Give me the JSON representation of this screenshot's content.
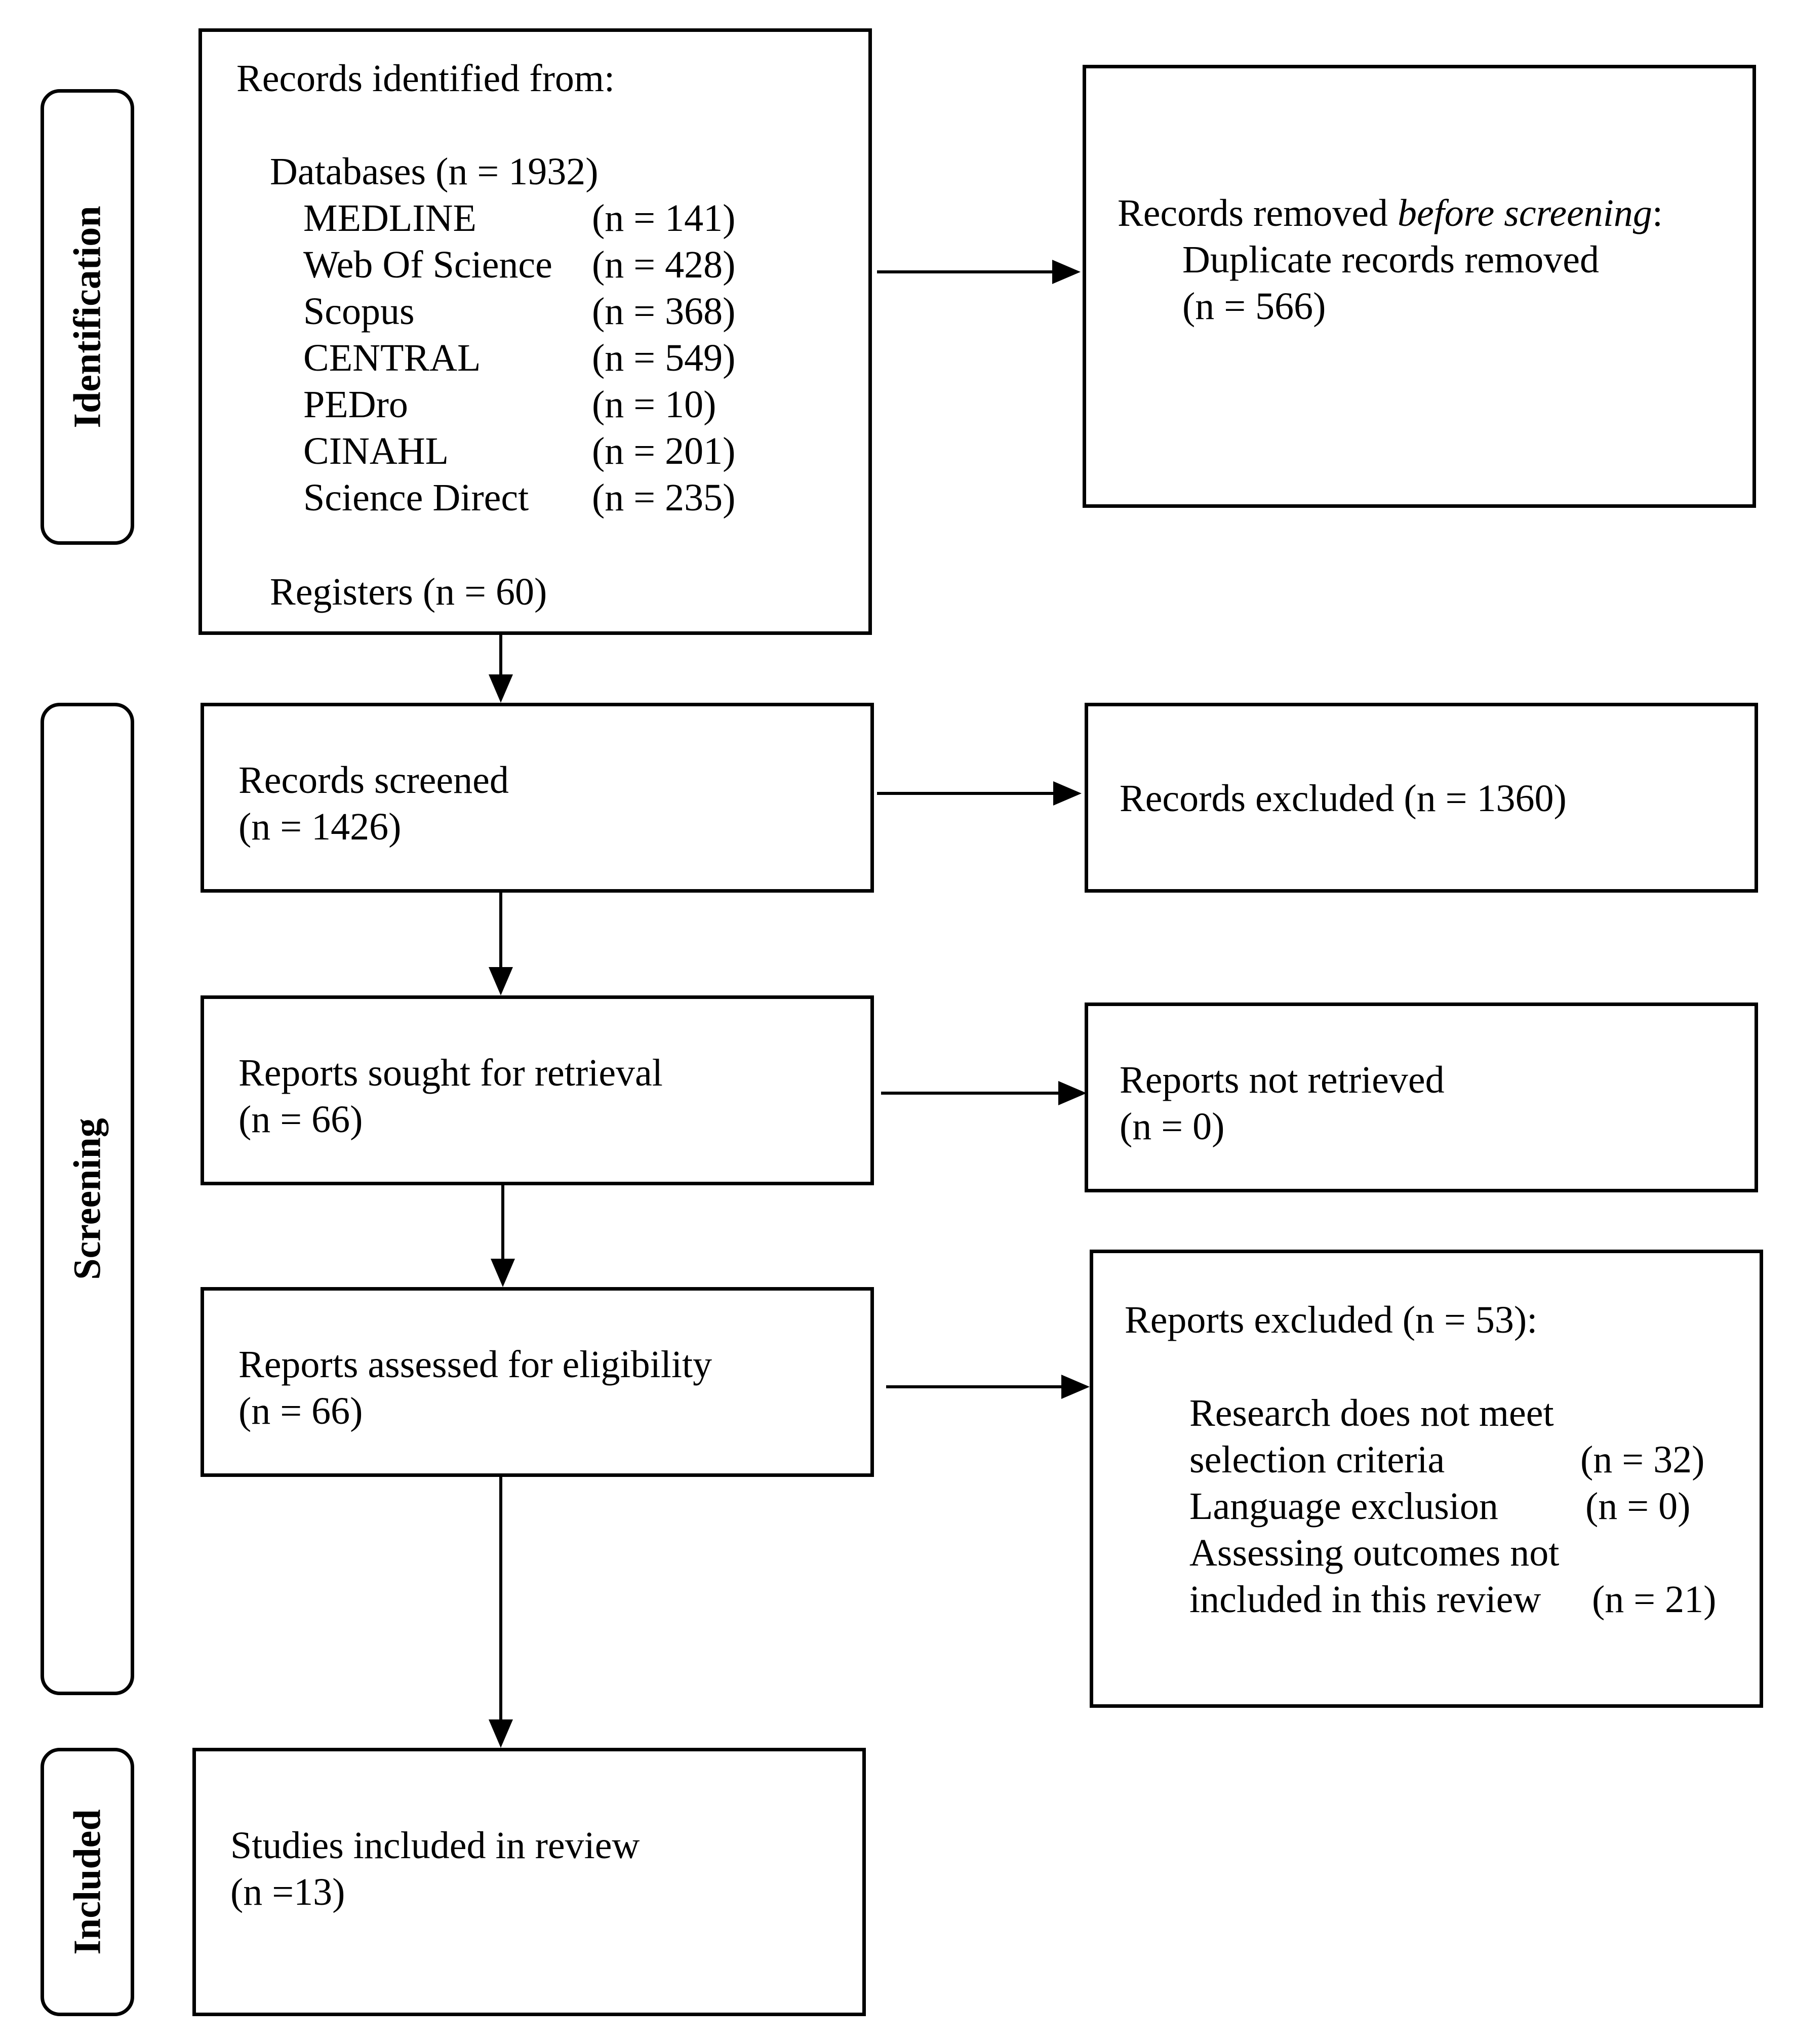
{
  "phases": {
    "identification": "Identification",
    "screening": "Screening",
    "included": "Included"
  },
  "identified": {
    "heading": "Records identified from:",
    "databases": "Databases (n = 1932)",
    "sources": [
      {
        "name": "MEDLINE",
        "count": "(n = 141)"
      },
      {
        "name": "Web Of Science",
        "count": "(n = 428)"
      },
      {
        "name": "Scopus",
        "count": "(n = 368)"
      },
      {
        "name": "CENTRAL",
        "count": "(n = 549)"
      },
      {
        "name": "PEDro",
        "count": "(n = 10)"
      },
      {
        "name": "CINAHL",
        "count": "(n = 201)"
      },
      {
        "name": "Science Direct",
        "count": "(n = 235)"
      }
    ],
    "registers": "Registers (n = 60)"
  },
  "removed": {
    "prefix": "Records removed ",
    "emphasis": "before screening",
    "suffix": ":",
    "line1": "Duplicate records removed",
    "line2": "(n = 566)"
  },
  "screened": {
    "label": "Records screened",
    "count": "(n = 1426)"
  },
  "excluded_records": {
    "label": "Records excluded (n = 1360)"
  },
  "sought": {
    "label": "Reports sought for retrieval",
    "count": "(n = 66)"
  },
  "not_retrieved": {
    "label": "Reports not retrieved",
    "count": "(n = 0)"
  },
  "assessed": {
    "label": "Reports assessed for eligibility",
    "count": "(n = 66)"
  },
  "reports_excluded": {
    "heading": "Reports excluded (n = 53):",
    "reasons": [
      {
        "line1": "Research does not meet",
        "line2": "selection criteria",
        "count": "(n = 32)"
      },
      {
        "line1": "Language exclusion",
        "line2": "",
        "count": "(n = 0)"
      },
      {
        "line1": "Assessing outcomes not",
        "line2": "included in this review",
        "count": "(n = 21)"
      }
    ]
  },
  "included": {
    "label": "Studies included in review",
    "count": "(n =13)"
  }
}
